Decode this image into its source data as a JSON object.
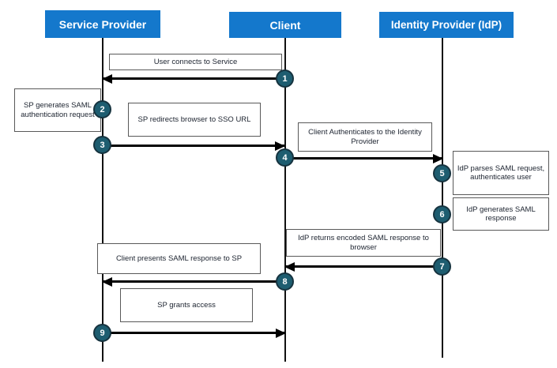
{
  "colors": {
    "actor_header_blue": "#1478cc",
    "step_circle_fill": "#1e5d70",
    "step_circle_border": "#16333f",
    "box_border": "#595959",
    "arrow_color": "#000000"
  },
  "actors": {
    "service_provider": {
      "label": "Service Provider"
    },
    "client": {
      "label": "Client"
    },
    "identity_provider": {
      "label": "Identity Provider (IdP)"
    }
  },
  "steps": [
    {
      "num": "1",
      "label": "User connects to Service",
      "kind": "message",
      "from": "client",
      "to": "service_provider"
    },
    {
      "num": "2",
      "label": "SP generates SAML authentication request",
      "kind": "note",
      "at": "service_provider"
    },
    {
      "num": "3",
      "label": "SP redirects browser to SSO URL",
      "kind": "message",
      "from": "service_provider",
      "to": "client"
    },
    {
      "num": "4",
      "label": "Client Authenticates to the Identity Provider",
      "kind": "message",
      "from": "client",
      "to": "identity_provider"
    },
    {
      "num": "5",
      "label": "IdP parses SAML request, authenticates user",
      "kind": "note",
      "at": "identity_provider"
    },
    {
      "num": "6",
      "label": "IdP generates SAML response",
      "kind": "note",
      "at": "identity_provider"
    },
    {
      "num": "7",
      "label": "IdP returns encoded SAML response to browser",
      "kind": "message",
      "from": "identity_provider",
      "to": "client"
    },
    {
      "num": "8",
      "label": "Client presents SAML response to SP",
      "kind": "message",
      "from": "client",
      "to": "service_provider"
    },
    {
      "num": "9",
      "label": "SP grants access",
      "kind": "message",
      "from": "service_provider",
      "to": "client"
    }
  ]
}
